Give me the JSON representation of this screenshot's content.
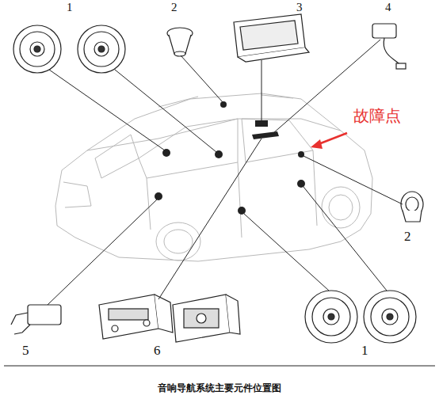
{
  "diagram": {
    "caption": "音响导航系统主要元件位置图",
    "labels": [
      "1",
      "2",
      "3",
      "4",
      "故障点",
      "2",
      "5",
      "6",
      "1"
    ]
  }
}
